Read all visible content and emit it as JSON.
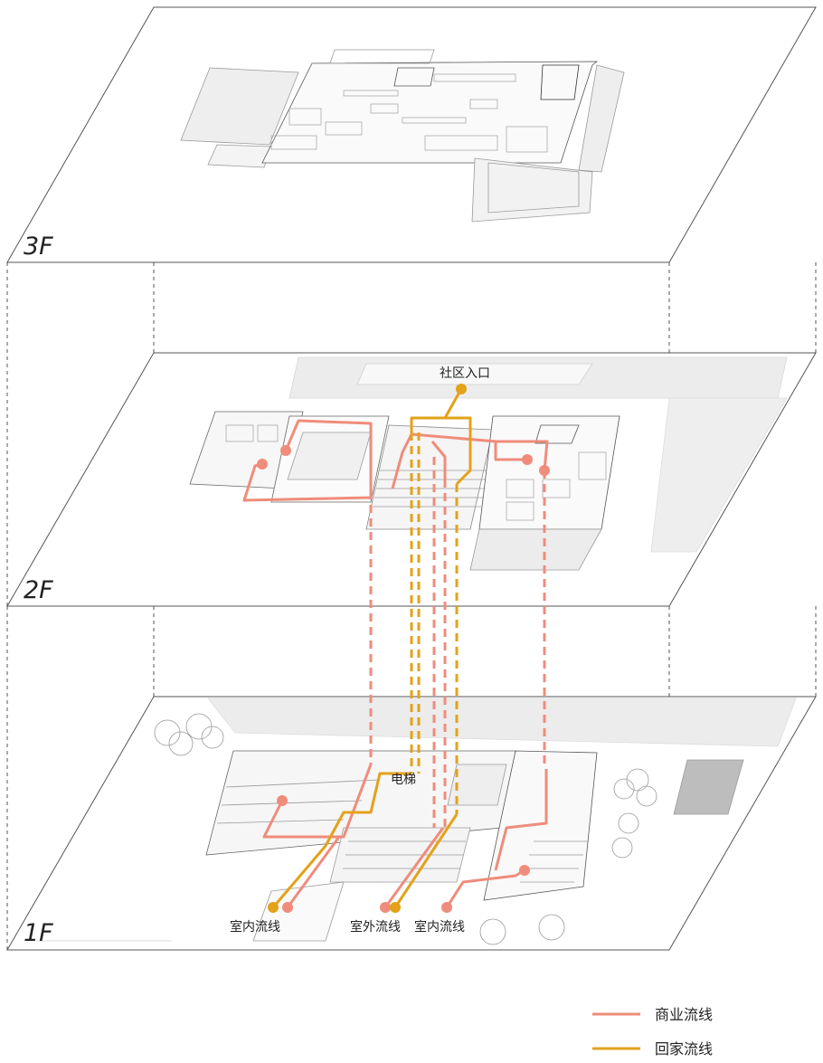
{
  "colors": {
    "commercial": "#EF8C7B",
    "home": "#E3A21A",
    "frame": "#555555",
    "plan_line": "#9a9a9a",
    "plan_fill": "#ececec"
  },
  "floors": [
    {
      "id": "3f",
      "label": "3F"
    },
    {
      "id": "2f",
      "label": "2F"
    },
    {
      "id": "1f",
      "label": "1F"
    }
  ],
  "labels": {
    "community_entrance": "社区入口",
    "elevator": "电梯",
    "indoor_flow_left": "室内流线",
    "outdoor_flow": "室外流线",
    "indoor_flow_right": "室内流线"
  },
  "legend": [
    {
      "label": "商业流线",
      "color": "#EF8C7B"
    },
    {
      "label": "回家流线",
      "color": "#E3A21A"
    }
  ]
}
